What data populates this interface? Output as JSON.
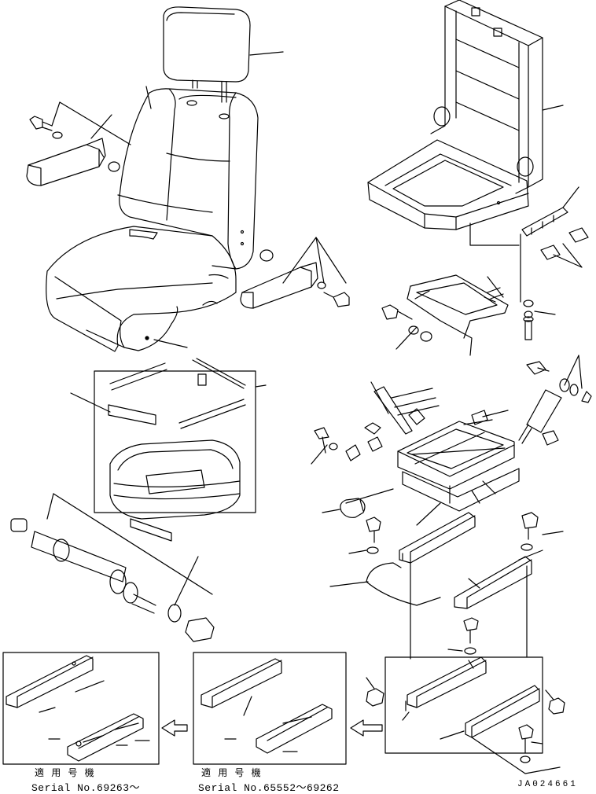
{
  "applicability_heading": "適 用 号 機",
  "inset_left": {
    "heading": "適 用 号 機",
    "serial": "Serial No.69263～"
  },
  "inset_right": {
    "heading": "適 用 号 機",
    "serial": "Serial No.65552～69262"
  },
  "drawing_code": "JA024661"
}
